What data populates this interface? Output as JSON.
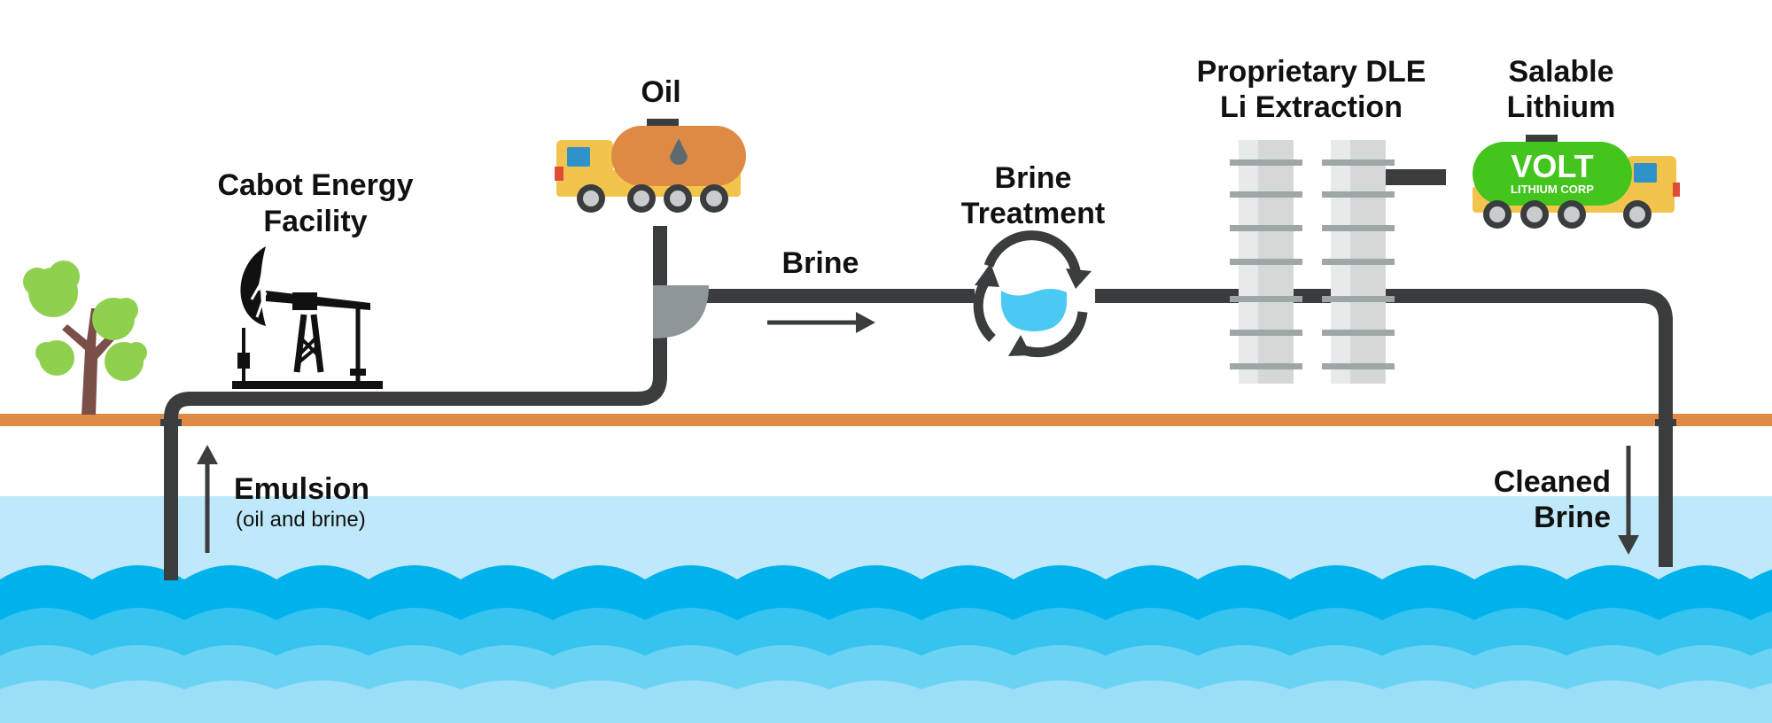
{
  "labels": {
    "facility_line1": "Cabot Energy",
    "facility_line2": "Facility",
    "oil": "Oil",
    "brine": "Brine",
    "treatment_line1": "Brine",
    "treatment_line2": "Treatment",
    "dle_line1": "Proprietary DLE",
    "dle_line2": "Li Extraction",
    "salable_line1": "Salable",
    "salable_line2": "Lithium",
    "emulsion": "Emulsion",
    "emulsion_sub": "(oil and brine)",
    "cleaned_line1": "Cleaned",
    "cleaned_line2": "Brine"
  },
  "logo": {
    "brand": "VOLT",
    "sub": "LITHIUM CORP"
  },
  "colors": {
    "pipe": "#3a3d3e",
    "ground": "#e08b45",
    "oil_tank": "#de8a45",
    "truck_yellow": "#f2c44c",
    "lithium_tank": "#43c51e",
    "water_top": "#00b2ec",
    "water_bottom": "#bfe9fa",
    "tower": "#d4d9d8"
  }
}
